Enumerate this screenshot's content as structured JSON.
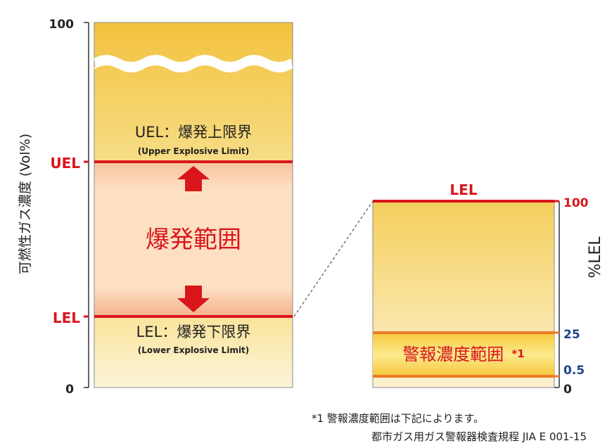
{
  "left_axis": {
    "title": "可燃性ガス濃度 (Vol%)",
    "tick_top": "100",
    "tick_bottom": "0",
    "uel_marker": "UEL",
    "lel_marker": "LEL"
  },
  "left_column": {
    "uel_title": "UEL：爆発上限界",
    "uel_subtitle": "(Upper Explosive Limit)",
    "range_label": "爆発範囲",
    "lel_title": "LEL：爆発下限界",
    "lel_subtitle": "(Lower Explosive Limit)"
  },
  "right_column": {
    "top_label": "LEL",
    "axis_title": "%LEL",
    "tick_100": "100",
    "tick_25": "25",
    "tick_0_5": "0.5",
    "tick_0": "0",
    "alarm_label": "警報濃度範囲",
    "alarm_note_mark": "*1"
  },
  "footnote": {
    "line1": "*1 警報濃度範囲は下記によります。",
    "line2": "都市ガス用ガス警報器検査規程 JIA E 001-15"
  },
  "colors": {
    "red": "#d9161c",
    "orange": "#ee7a2a",
    "navy": "#1f4488",
    "axis": "#333333"
  }
}
